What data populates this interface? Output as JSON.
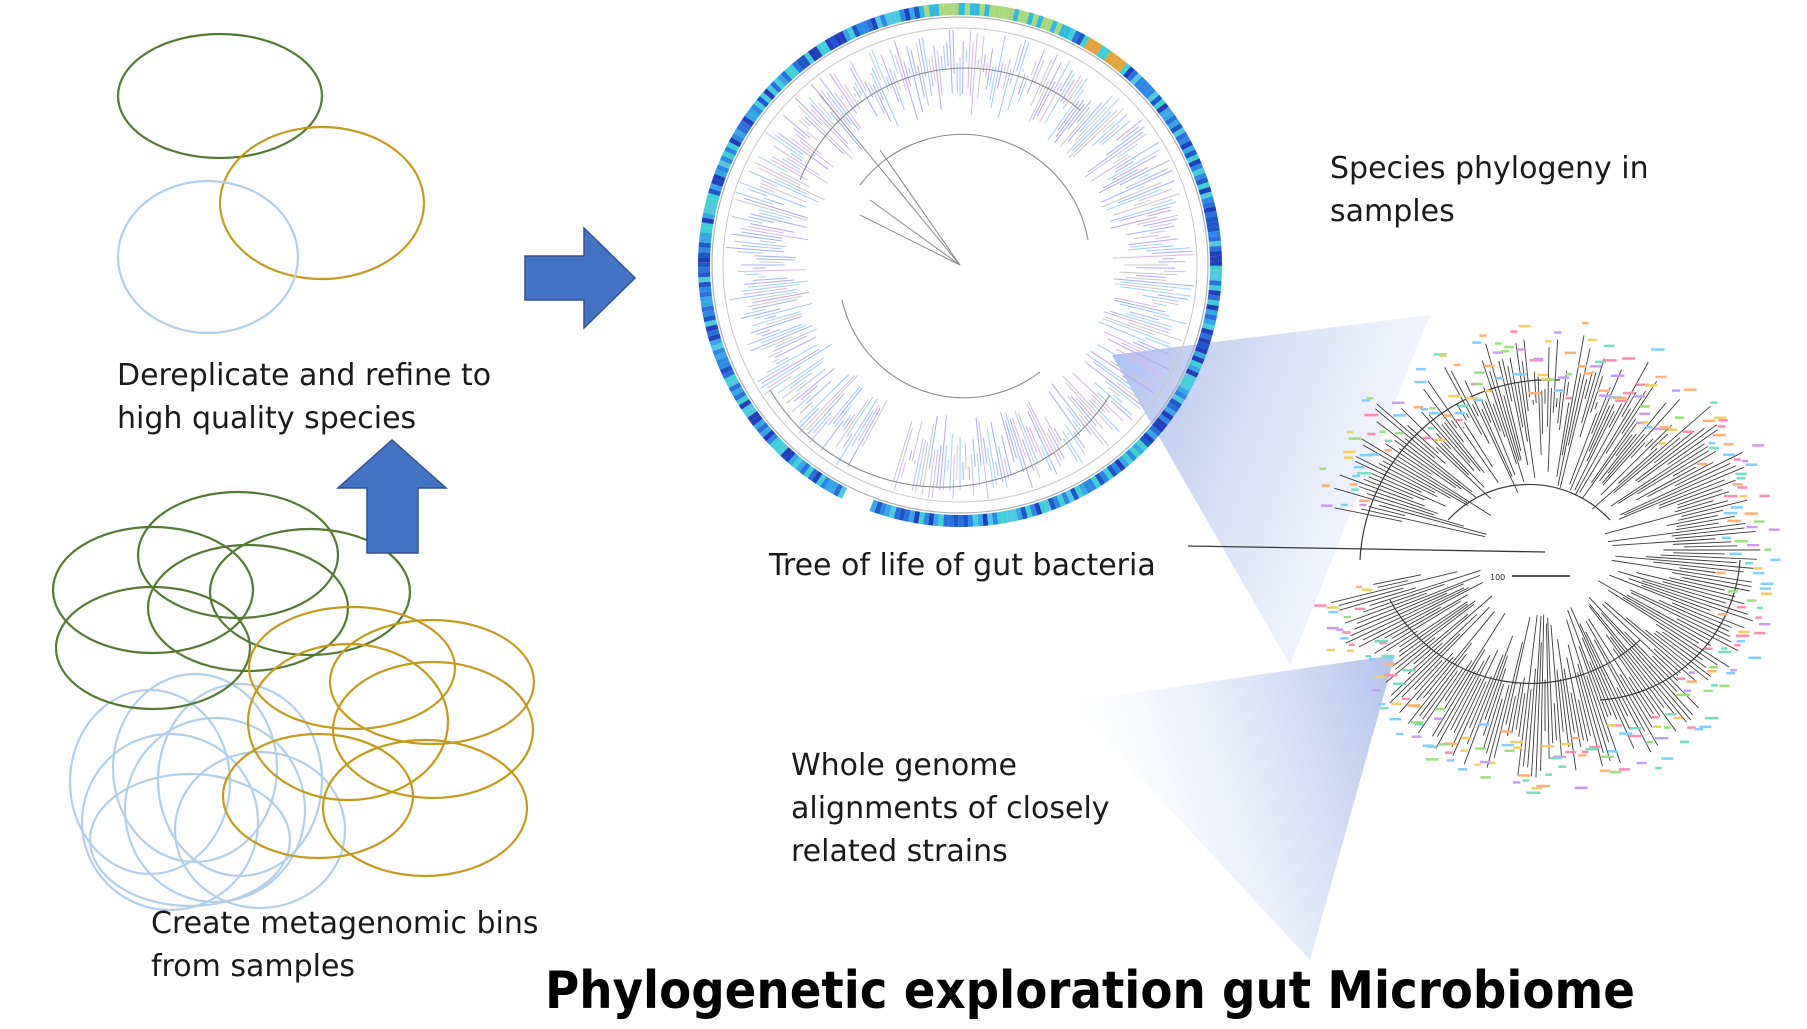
{
  "labels": {
    "dereplicate": [
      "Dereplicate and refine to",
      "high quality species"
    ],
    "bins": [
      "Create metagenomic bins",
      "from samples"
    ],
    "tree_of_life": [
      "Tree of life of gut bacteria"
    ],
    "species_phylogeny": [
      "Species phylogeny in",
      "samples"
    ],
    "whole_genome": [
      "Whole genome",
      "alignments of closely",
      "related strains"
    ]
  },
  "title": "Phylogenetic exploration gut Microbiome",
  "small_tree": {
    "scale_label": "100"
  },
  "colors": {
    "green": "#547a32",
    "gold": "#c49a1a",
    "lightblue": "#b3cfe8",
    "arrow": "#4472c4",
    "arrow_border": "#2f528f",
    "branch_gray": "#8a8a8a"
  }
}
